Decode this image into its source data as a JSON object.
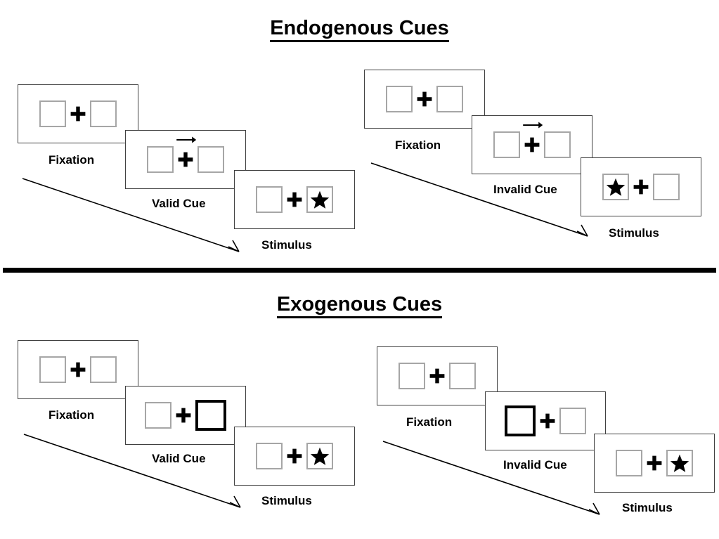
{
  "figure": {
    "type": "diagram",
    "description": "Posner cueing paradigm: endogenous versus exogenous spatial cues",
    "sections": [
      {
        "id": "endogenous",
        "title": "Endogenous Cues",
        "sequences": [
          {
            "id": "endogenous-valid",
            "condition": "valid",
            "frames": [
              {
                "caption": "Fixation",
                "left_box": "empty",
                "right_box": "empty",
                "center": "fixation-cross",
                "cue": "none"
              },
              {
                "caption": "Valid Cue",
                "left_box": "empty",
                "right_box": "empty",
                "center": "fixation-cross",
                "cue": "arrow-right"
              },
              {
                "caption": "Stimulus",
                "left_box": "empty",
                "right_box": "star",
                "center": "fixation-cross",
                "cue": "none"
              }
            ]
          },
          {
            "id": "endogenous-invalid",
            "condition": "invalid",
            "frames": [
              {
                "caption": "Fixation",
                "left_box": "empty",
                "right_box": "empty",
                "center": "fixation-cross",
                "cue": "none"
              },
              {
                "caption": "Invalid Cue",
                "left_box": "empty",
                "right_box": "empty",
                "center": "fixation-cross",
                "cue": "arrow-right"
              },
              {
                "caption": "Stimulus",
                "left_box": "star",
                "right_box": "empty",
                "center": "fixation-cross",
                "cue": "none"
              }
            ]
          }
        ]
      },
      {
        "id": "exogenous",
        "title": "Exogenous Cues",
        "sequences": [
          {
            "id": "exogenous-valid",
            "condition": "valid",
            "frames": [
              {
                "caption": "Fixation",
                "left_box": "empty",
                "right_box": "empty",
                "center": "fixation-cross",
                "cue": "none"
              },
              {
                "caption": "Valid Cue",
                "left_box": "empty",
                "right_box": "highlighted",
                "center": "fixation-cross",
                "cue": "box-flash-right"
              },
              {
                "caption": "Stimulus",
                "left_box": "empty",
                "right_box": "star",
                "center": "fixation-cross",
                "cue": "none"
              }
            ]
          },
          {
            "id": "exogenous-invalid",
            "condition": "invalid",
            "frames": [
              {
                "caption": "Fixation",
                "left_box": "empty",
                "right_box": "empty",
                "center": "fixation-cross",
                "cue": "none"
              },
              {
                "caption": "Invalid Cue",
                "left_box": "highlighted",
                "right_box": "empty",
                "center": "fixation-cross",
                "cue": "box-flash-left"
              },
              {
                "caption": "Stimulus",
                "left_box": "empty",
                "right_box": "star",
                "center": "fixation-cross",
                "cue": "none"
              }
            ]
          }
        ]
      }
    ],
    "icons": {
      "fixation_cross": "plus-cross-icon",
      "target": "star-icon",
      "cue_arrow": "arrow-right-icon",
      "flow": "diagonal-arrow-icon"
    },
    "colors": {
      "ink": "#000000",
      "panel_border": "#404040",
      "box_border": "#a6a6a6",
      "box_border_highlight": "#000000",
      "background": "#ffffff"
    }
  },
  "labels": {
    "endogenous_title": "Endogenous Cues",
    "exogenous_title": "Exogenous Cues",
    "fixation": "Fixation",
    "valid_cue": "Valid Cue",
    "invalid_cue": "Invalid Cue",
    "stimulus": "Stimulus"
  }
}
